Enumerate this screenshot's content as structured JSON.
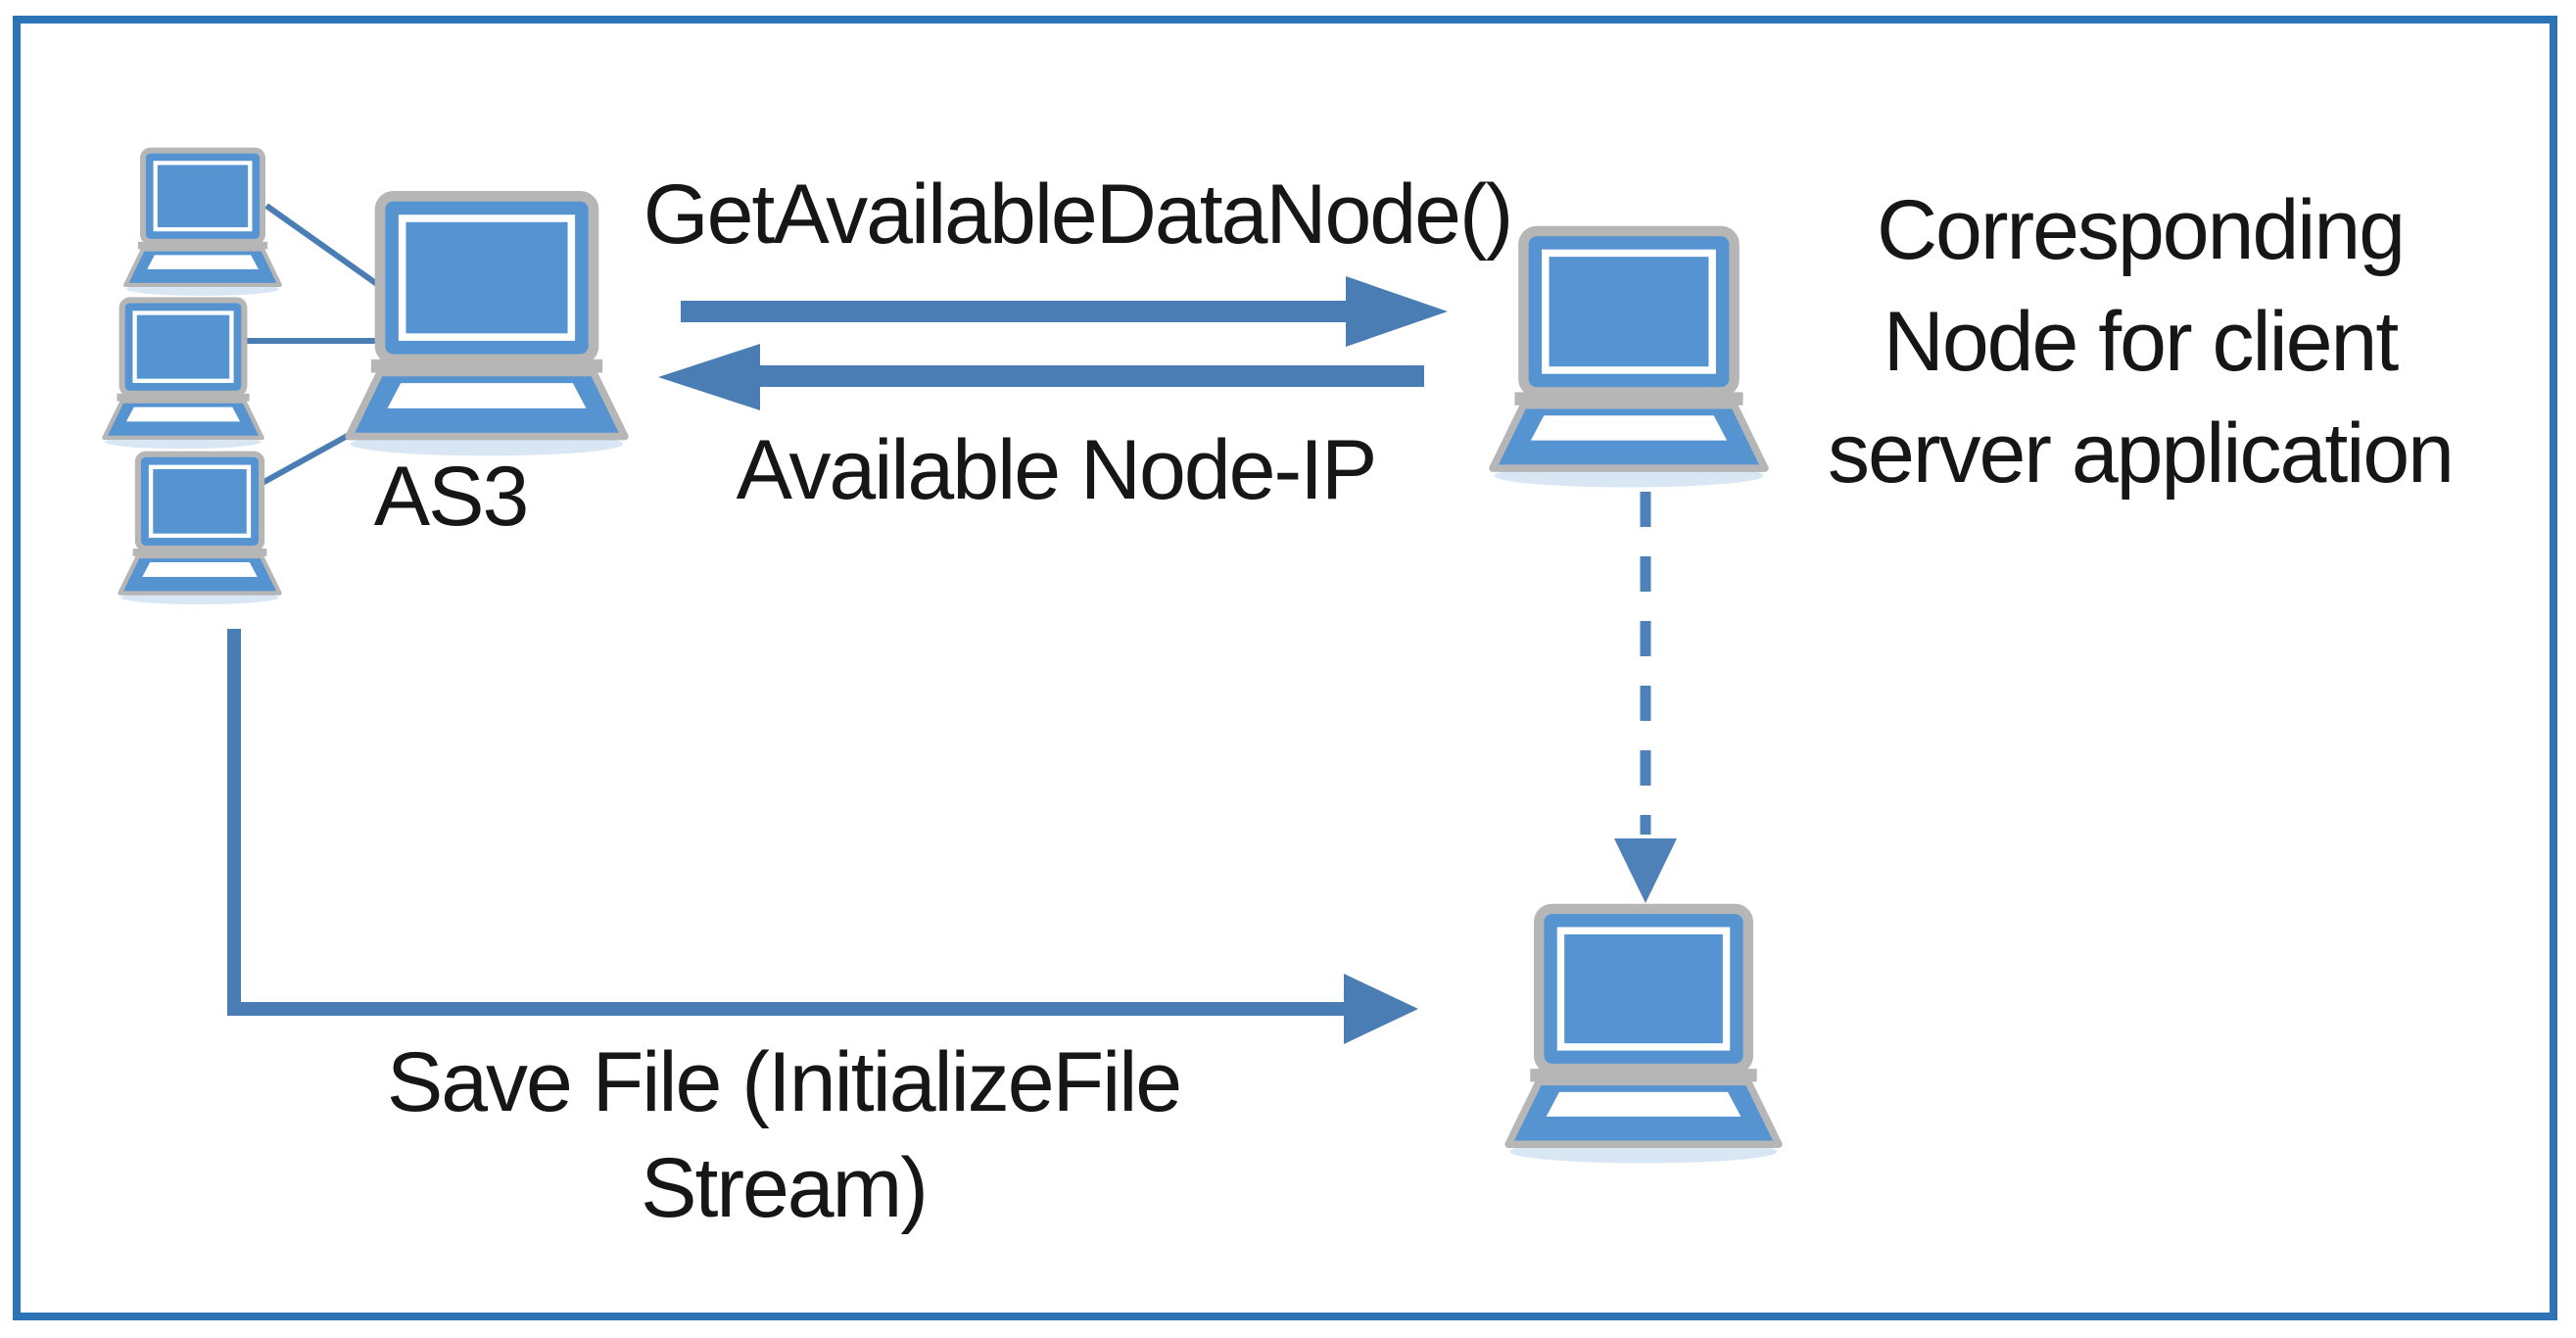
{
  "diagram": {
    "type": "network-flow-diagram",
    "background": "#ffffff",
    "labels": {
      "as3": "AS3",
      "request": "GetAvailableDataNode()",
      "response": "Available Node-IP",
      "corresponding_node": "Corresponding\nNode for client\nserver application",
      "save_file": "Save File (InitializeFile\nStream)"
    },
    "nodes": [
      {
        "id": "client-stack",
        "icon": "laptop-icon",
        "count": 3,
        "role": "client machines"
      },
      {
        "id": "as3-server",
        "icon": "laptop-icon",
        "label": "AS3"
      },
      {
        "id": "corresponding-node",
        "icon": "laptop-icon",
        "label": "Corresponding Node for client server application"
      },
      {
        "id": "data-node",
        "icon": "laptop-icon",
        "role": "target node for saved file"
      }
    ],
    "edges": [
      {
        "from": "client-stack",
        "to": "as3-server",
        "style": "line"
      },
      {
        "from": "as3-server",
        "to": "corresponding-node",
        "style": "arrow-right",
        "label": "GetAvailableDataNode()"
      },
      {
        "from": "corresponding-node",
        "to": "as3-server",
        "style": "arrow-left",
        "label": "Available Node-IP"
      },
      {
        "from": "corresponding-node",
        "to": "data-node",
        "style": "dashed-arrow-down"
      },
      {
        "from": "client-stack",
        "to": "data-node",
        "style": "elbow-arrow",
        "label": "Save File (InitializeFile Stream)"
      }
    ],
    "colors": {
      "frame": "#2d74b6",
      "laptop_fill": "#5694d1",
      "laptop_outline": "#b6b6b6",
      "laptop_screen_border": "#ffffff",
      "arrow": "#4a7db4",
      "dashed_arrow": "#4e81b8",
      "shadow_glow": "#d9e6f4",
      "text": "#161616"
    }
  }
}
